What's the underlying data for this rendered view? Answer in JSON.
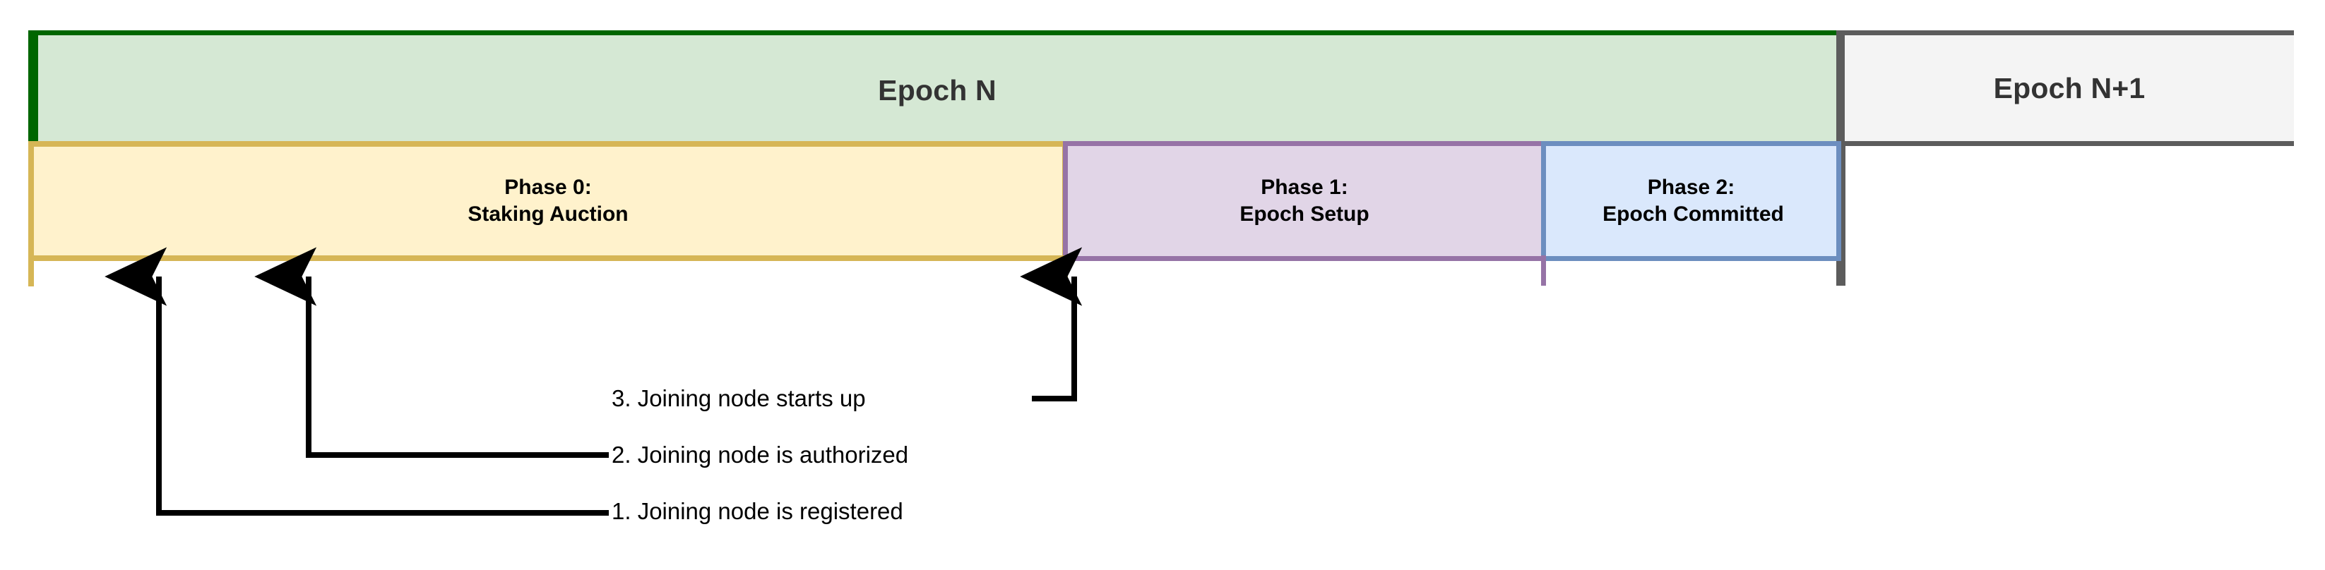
{
  "diagram": {
    "title": "Epoch phase timeline with joining-node milestones",
    "epochs": [
      {
        "id": "epoch-n",
        "label": "Epoch N",
        "fill": "#d5e8d4",
        "stroke": "#006600"
      },
      {
        "id": "epoch-n-plus-1",
        "label": "Epoch N+1",
        "fill": "#f4f4f4",
        "stroke": "#5c5c5c"
      }
    ],
    "phases": [
      {
        "id": "phase-0",
        "line1": "Phase 0:",
        "line2": "Staking Auction",
        "fill": "#fff2cc",
        "stroke": "#d6b656"
      },
      {
        "id": "phase-1",
        "line1": "Phase 1:",
        "line2": "Epoch Setup",
        "fill": "#e1d5e7",
        "stroke": "#9673a6"
      },
      {
        "id": "phase-2",
        "line1": "Phase 2:",
        "line2": "Epoch Committed",
        "fill": "#dae8fc",
        "stroke": "#6c8ebf"
      }
    ],
    "annotations": [
      {
        "id": "annotation-1",
        "text": "1. Joining node is registered"
      },
      {
        "id": "annotation-2",
        "text": "2. Joining node is authorized"
      },
      {
        "id": "annotation-3",
        "text": "3. Joining node starts up"
      }
    ],
    "colors": {
      "arrow": "#000000",
      "divider": "#5c5c5c",
      "text_dark": "#333333",
      "text_black": "#000000",
      "background": "#ffffff"
    }
  }
}
